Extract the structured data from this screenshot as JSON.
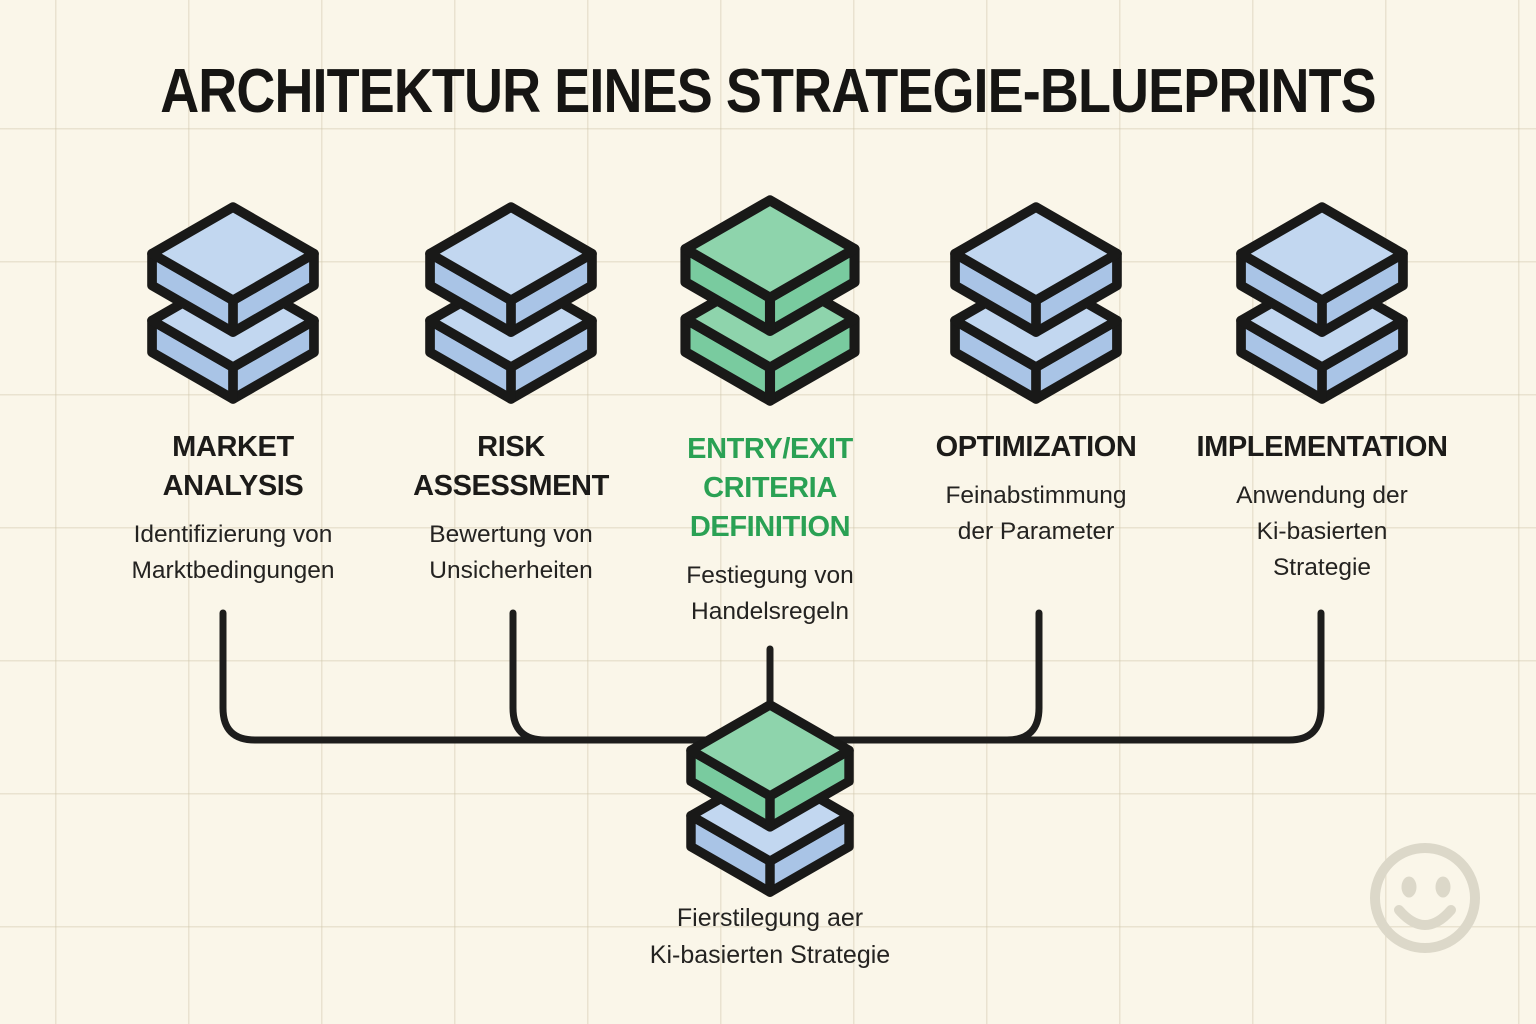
{
  "title": "ARCHITEKTUR EINES STRATEGIE-BLUEPRINTS",
  "columns": [
    {
      "heading": "MARKET ANALYSIS",
      "heading_lines": [
        "MARKET",
        "ANALYSIS"
      ],
      "subtitle": "Identifizierung von Marktbedingungen",
      "subtitle_lines": [
        "Identifizierung von",
        "Marktbedingungen"
      ],
      "icon": "layers-stack-blue"
    },
    {
      "heading": "RISK ASSESSMENT",
      "heading_lines": [
        "RISK",
        "ASSESSMENT"
      ],
      "subtitle": "Bewertung von Unsicherheiten",
      "subtitle_lines": [
        "Bewertung von",
        "Unsicherheiten"
      ],
      "icon": "layers-stack-blue"
    },
    {
      "heading": "ENTRY/EXIT CRITERIA DEFINITION",
      "heading_lines": [
        "ENTRY/EXIT",
        "CRITERIA",
        "DEFINITION"
      ],
      "subtitle": "Festiegung von Handelsregeln",
      "subtitle_lines": [
        "Festiegung von",
        "Handelsregeln"
      ],
      "icon": "layers-stack-green"
    },
    {
      "heading": "OPTIMIZATION",
      "heading_lines": [
        "OPTIMIZATION"
      ],
      "subtitle": "Feinabstimmung der Parameter",
      "subtitle_lines": [
        "Feinabstimmung",
        "der Parameter"
      ],
      "icon": "layers-stack-blue"
    },
    {
      "heading": "IMPLEMENTATION",
      "heading_lines": [
        "IMPLEMENTATION"
      ],
      "subtitle": "Anwendung der Ki-basierten Strategie",
      "subtitle_lines": [
        "Anwendung der",
        "Ki-basierten",
        "Strategie"
      ],
      "icon": "layers-stack-blue"
    }
  ],
  "center_node": {
    "icon": "layers-stack-green-blue",
    "label": "Fierstilegung aer Ki-basierten Strategie",
    "label_lines": [
      "Fierstilegung aer",
      "Ki-basierten Strategie"
    ]
  },
  "colors": {
    "background": "#faf6e9",
    "grid_line": "#d8cfb4",
    "title_text": "#161513",
    "heading_text": "#1c1b19",
    "accent_green_text": "#2aa154",
    "icon_outline": "#191918",
    "icon_blue_top": "#c2d7f0",
    "icon_blue_band": "#a9c4e6",
    "icon_green_top": "#8ed4ac",
    "icon_green_band": "#79cb9f",
    "connector_line": "#1d1d1c",
    "watermark_gray": "#dcd8c9"
  }
}
